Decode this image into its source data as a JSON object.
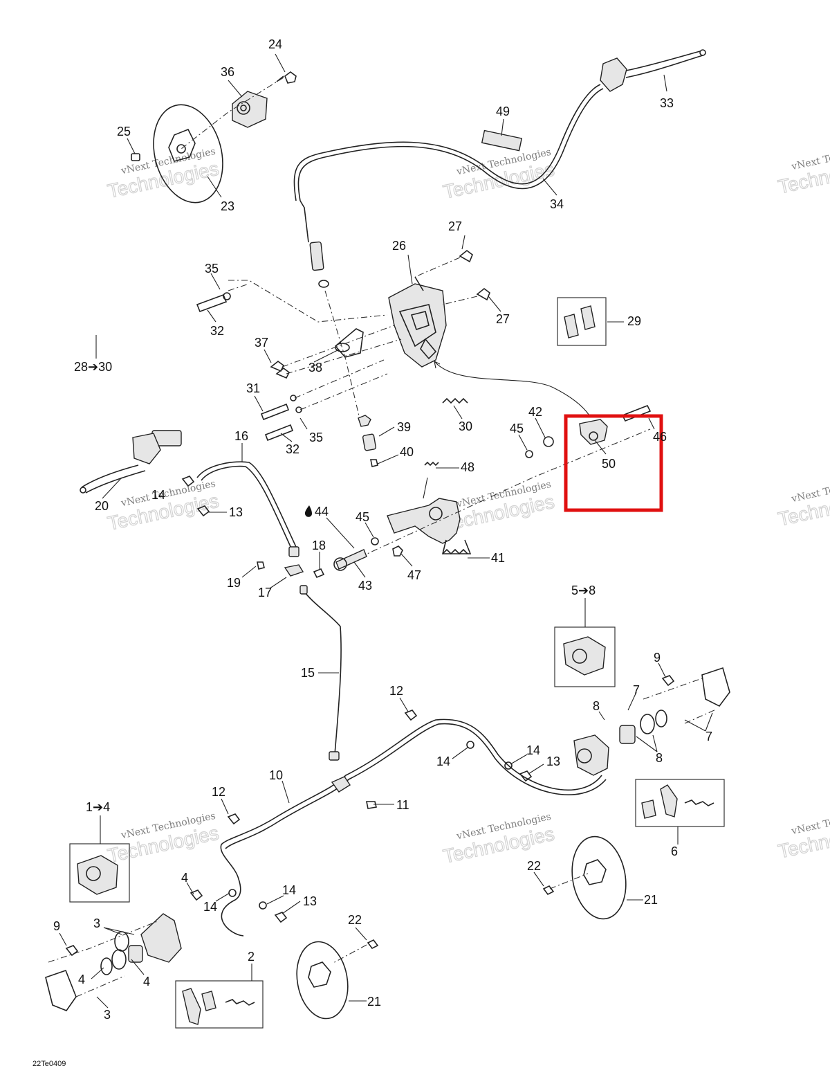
{
  "diagram": {
    "drawing_code": "22Te0409",
    "highlight_color": "#e01010",
    "watermark": {
      "line1": "vNext Technologies",
      "line2": "Technologies"
    },
    "callouts": {
      "c24": "24",
      "c36": "36",
      "c25": "25",
      "c23": "23",
      "c49": "49",
      "c33": "33",
      "c34": "34",
      "c27a": "27",
      "c27b": "27",
      "c26": "26",
      "c35a": "35",
      "c32a": "32",
      "c29": "29",
      "c28_30": "28➔30",
      "c37": "37",
      "c38": "38",
      "c31": "31",
      "c30": "30",
      "c42": "42",
      "c45a": "45",
      "c46": "46",
      "c39": "39",
      "c32b": "32",
      "c35b": "35",
      "c50": "50",
      "c16": "16",
      "c40": "40",
      "c48": "48",
      "c20": "20",
      "c14a": "14",
      "c13a": "13",
      "c44": "44",
      "c45b": "45",
      "c18": "18",
      "c41": "41",
      "c19": "19",
      "c17": "17",
      "c43": "43",
      "c47": "47",
      "c5_8": "5➔8",
      "c9a": "9",
      "c7a": "7",
      "c15": "15",
      "c8a": "8",
      "c7b": "7",
      "c12a": "12",
      "c8b": "8",
      "c14b": "14",
      "c14c": "14",
      "c13b": "13",
      "c10": "10",
      "c11": "11",
      "c12b": "12",
      "c1_4": "1➔4",
      "c6": "6",
      "c22a": "22",
      "c4a": "4",
      "c14d": "14",
      "c14e": "14",
      "c13c": "13",
      "c21a": "21",
      "c9b": "9",
      "c3a": "3",
      "c22b": "22",
      "c2": "2",
      "c4b": "4",
      "c4c": "4",
      "c21b": "21",
      "c3b": "3"
    }
  }
}
